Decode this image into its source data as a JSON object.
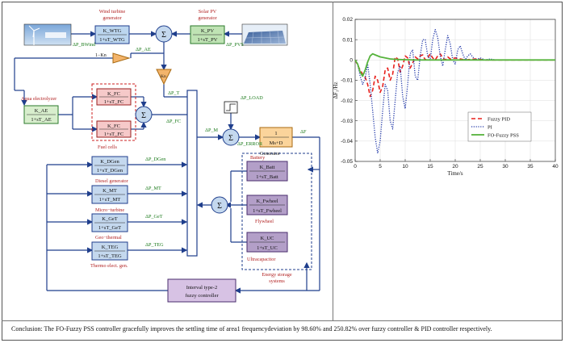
{
  "block_diagram": {
    "wind_label": "Wind turbine\ngenerator",
    "solar_label": "Solar PV\ngenerator",
    "wind_num": "K_WTG",
    "wind_den": "1+sT_WTG",
    "solar_num": "K_PV",
    "solar_den": "1+sT_PV",
    "dp_bwind": "ΔP_BWind",
    "dp_pvs": "ΔP_PVS",
    "dp_ae": "ΔP_AE",
    "one_minus_kn": "1−Kn",
    "kn": "Kn",
    "aqua_label": "Aqua electrolyzer",
    "ae_num": "K_AE",
    "ae_den": "1+sT_AE",
    "fc_num": "K_FC",
    "fc_den": "1+sT_FC",
    "fuel_cells_label": "Fuel cells",
    "dp_t": "ΔP_T",
    "dp_fc": "ΔP_FC",
    "dp_load": "ΔP_LOAD",
    "dp_m": "ΔP_M",
    "dp_error": "ΔP_ERROR",
    "gen_num": "1",
    "gen_den": "Ms+D",
    "gen_label": "Generator",
    "delta_f": "ΔF",
    "deg_num": "K_DGen",
    "deg_den": "1+sT_DGen",
    "deg_label": "Diesel generator",
    "dp_dgen": "ΔP_DGen",
    "mt_num": "K_MT",
    "mt_den": "1+sT_MT",
    "mt_label": "Micro−turbine",
    "dp_mt": "ΔP_MT",
    "geo_num": "K_GeT",
    "geo_den": "1+sT_GeT",
    "geo_label": "Geo−thermal",
    "dp_get": "ΔP_GeT",
    "teg_num": "K_TEG",
    "teg_den": "1+sT_TEG",
    "teg_label": "Thermo elect. gen.",
    "dp_teg": "ΔP_TEG",
    "battery_label": "Battery",
    "batt_num": "K_Batt",
    "batt_den": "1+sT_Batt",
    "flywheel_label": "Flywheel",
    "fly_num": "K_Fwheel",
    "fly_den": "1+sT_Fwheel",
    "uc_label": "Ultracapacitor",
    "uc_num": "K_UC",
    "uc_den": "1+sT_UC",
    "ess_label": "Energy storage\nsystems",
    "controller_label": "Interval type-2\nfuzzy controller",
    "sigma": "Σ"
  },
  "chart_data": {
    "type": "line",
    "xlabel": "Time/s",
    "ylabel": "ΔF₁/Hz",
    "xlim": [
      0,
      40
    ],
    "ylim": [
      -0.05,
      0.02
    ],
    "xticks": [
      0,
      5,
      10,
      15,
      20,
      25,
      30,
      35,
      40
    ],
    "yticks": [
      -0.05,
      -0.04,
      -0.03,
      -0.02,
      -0.01,
      0,
      0.01,
      0.02
    ],
    "grid": true,
    "legend_position": "center-right",
    "series": [
      {
        "name": "Fuzzy PID",
        "color": "#e8201c",
        "style": "dash",
        "x": [
          0,
          1,
          1.5,
          2,
          2.5,
          3,
          3.5,
          4,
          4.5,
          5,
          5.5,
          6,
          6.5,
          7,
          7.5,
          8,
          8.5,
          9,
          9.5,
          10,
          10.5,
          11,
          11.5,
          12,
          12.5,
          13,
          13.5,
          14,
          14.5,
          15,
          15.5,
          16,
          16.5,
          17,
          17.5,
          18,
          18.5,
          19,
          20,
          21,
          22,
          24,
          26,
          28,
          30,
          35,
          40
        ],
        "y": [
          0,
          -0.005,
          -0.007,
          -0.0085,
          -0.012,
          -0.018,
          -0.015,
          -0.008,
          -0.01,
          -0.016,
          -0.013,
          -0.005,
          -0.004,
          -0.01,
          -0.007,
          0.0015,
          0.0005,
          -0.006,
          -0.003,
          0.002,
          0.001,
          -0.004,
          -0.0015,
          0.0015,
          0.0005,
          0.002,
          0.0025,
          0,
          0.001,
          0.003,
          0.001,
          0,
          0.002,
          0.003,
          0.001,
          0,
          0.0015,
          0.0005,
          0.001,
          0.0005,
          0,
          0.0005,
          0,
          0,
          0,
          0,
          0
        ]
      },
      {
        "name": "PI",
        "color": "#2037a8",
        "style": "dot",
        "x": [
          0,
          0.5,
          1,
          1.5,
          2,
          2.5,
          3,
          3.5,
          4,
          4.5,
          5,
          5.5,
          6,
          6.5,
          7,
          7.5,
          8,
          8.5,
          9,
          9.5,
          10,
          10.5,
          11,
          11.5,
          12,
          12.5,
          13,
          13.5,
          14,
          14.5,
          15,
          15.5,
          16,
          16.5,
          17,
          17.5,
          18,
          18.5,
          19,
          19.5,
          20,
          20.5,
          21,
          21.5,
          22,
          22.5,
          23,
          24,
          25,
          26,
          27,
          28,
          30,
          32,
          35,
          40
        ],
        "y": [
          0,
          -0.002,
          -0.008,
          -0.012,
          -0.009,
          -0.002,
          -0.012,
          -0.025,
          -0.038,
          -0.046,
          -0.04,
          -0.025,
          -0.012,
          -0.015,
          -0.03,
          -0.034,
          -0.02,
          -0.006,
          -0.003,
          -0.018,
          -0.024,
          -0.012,
          0.003,
          0.005,
          -0.008,
          -0.01,
          0.002,
          0.01,
          0.01,
          0.002,
          0.0,
          0.01,
          0.015,
          0.011,
          0.002,
          -0.003,
          0.005,
          0.012,
          0.008,
          0.0,
          -0.002,
          0.005,
          0.007,
          0.003,
          0.0,
          0.002,
          0.003,
          0.0,
          0.001,
          0.0,
          0.0005,
          0.0,
          0.0,
          0.0,
          0.0,
          0.0
        ]
      },
      {
        "name": "FO-Fuzzy PSS",
        "color": "#56b33c",
        "style": "solid",
        "x": [
          0,
          0.5,
          1,
          1.5,
          2,
          2.5,
          3,
          3.5,
          4,
          5,
          6,
          7,
          8,
          9,
          10,
          12,
          15,
          20,
          25,
          30,
          35,
          40
        ],
        "y": [
          0,
          -0.002,
          -0.006,
          -0.008,
          -0.005,
          -0.001,
          0.002,
          0.003,
          0.0025,
          0.0015,
          0.001,
          0.0005,
          0.0003,
          0.0002,
          0.0001,
          0,
          0,
          0,
          0,
          0,
          0,
          0
        ]
      }
    ]
  },
  "conclusion": "Conclusion: The FO-Fuzzy PSS controller gracefully improves the settling time of area1 frequencydeviation by 98.60% and 250.82% over fuzzy controller & PID controller respectively."
}
